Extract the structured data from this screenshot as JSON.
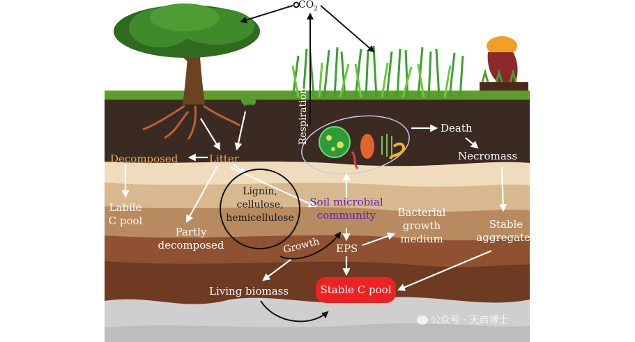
{
  "labels": {
    "co2_main": "CO",
    "co2_sub": "2",
    "respiration": "Respiration",
    "death": "Death",
    "necromass": "Necromass",
    "decomposed": "Decomposed",
    "litter": "Litter",
    "labile_line1": "Labile",
    "labile_line2": "C pool",
    "lignin_line1": "Lignin,",
    "lignin_line2": "cellulose,",
    "lignin_line3": "hemicellulose",
    "soil_micro_line1": "Soil microbial",
    "soil_micro_line2": "community",
    "bacterial_line1": "Bacterial",
    "bacterial_line2": "growth",
    "bacterial_line3": "medium",
    "partly_line1": "Partly",
    "partly_line2": "decomposed",
    "growth": "Growth",
    "eps": "EPS",
    "stable_agg_line1": "Stable",
    "stable_agg_line2": "aggregates",
    "living_biomass": "Living biomass",
    "stable_c_pool": "Stable C pool"
  },
  "watermark": "公众号 · 天启博士",
  "colors": {
    "orange_label": "#f4a64a",
    "purple_label": "#5a22b8",
    "stable_pool": "#ee2222"
  }
}
